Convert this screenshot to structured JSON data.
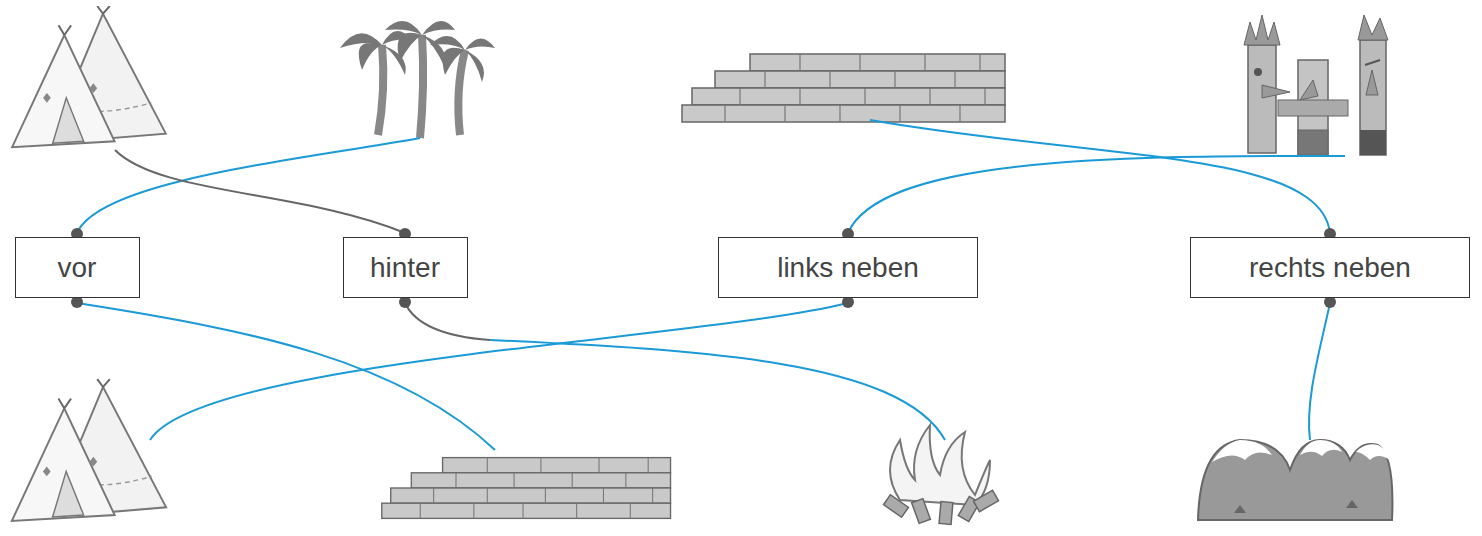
{
  "diagram": {
    "nodes": [
      {
        "text": [
          "vor"
        ]
      },
      {
        "text": [
          "hinter"
        ]
      },
      {
        "text": [
          "links neben"
        ]
      },
      {
        "text": [
          "rechts neben"
        ]
      }
    ]
  }
}
